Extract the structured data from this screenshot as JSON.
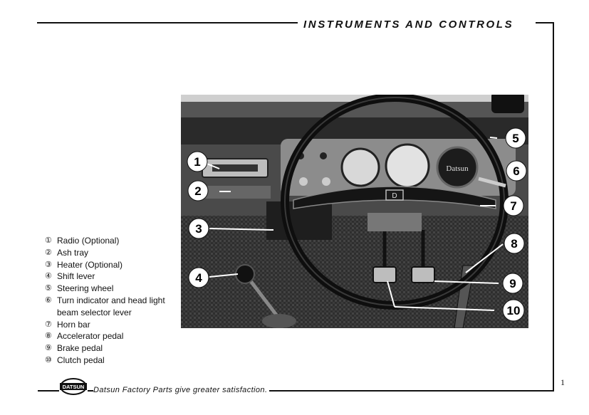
{
  "header": {
    "title": "INSTRUMENTS AND CONTROLS"
  },
  "legend": [
    {
      "num": "①",
      "text": "Radio (Optional)"
    },
    {
      "num": "②",
      "text": "Ash tray"
    },
    {
      "num": "③",
      "text": "Heater (Optional)"
    },
    {
      "num": "④",
      "text": "Shift lever"
    },
    {
      "num": "⑤",
      "text": "Steering wheel"
    },
    {
      "num": "⑥",
      "text": "Turn indicator and head light beam selector lever"
    },
    {
      "num": "⑦",
      "text": "Horn bar"
    },
    {
      "num": "⑧",
      "text": "Accelerator pedal"
    },
    {
      "num": "⑨",
      "text": "Brake pedal"
    },
    {
      "num": "⑩",
      "text": "Clutch pedal"
    }
  ],
  "callouts": [
    "1",
    "2",
    "3",
    "4",
    "5",
    "6",
    "7",
    "8",
    "9",
    "10"
  ],
  "photo": {
    "horn_badge": "D",
    "gauge_brand": "Datsun"
  },
  "footer": {
    "logo_text": "DATSUN",
    "slogan": "Datsun Factory Parts give greater satisfaction.",
    "page_number": "1"
  }
}
